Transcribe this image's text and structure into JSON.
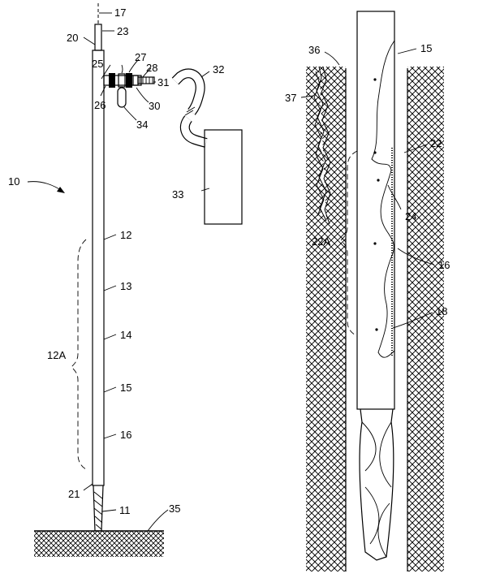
{
  "figure": {
    "left_labels": {
      "l17": "17",
      "l20": "20",
      "l23": "23",
      "l25": "25",
      "l27": "27",
      "l28": "28",
      "l32": "32",
      "l31": "31",
      "l26": "26",
      "l30": "30",
      "l34": "34",
      "l10": "10",
      "l33": "33",
      "l12": "12",
      "l13": "13",
      "l12a": "12A",
      "l14": "14",
      "l15": "15",
      "l16": "16",
      "l21": "21",
      "l11": "11",
      "l35": "35"
    },
    "right_labels": {
      "l36": "36",
      "l15": "15",
      "l37": "37",
      "l22": "22",
      "l24": "24",
      "l22a": "22A",
      "l16": "16",
      "l18": "18"
    }
  }
}
